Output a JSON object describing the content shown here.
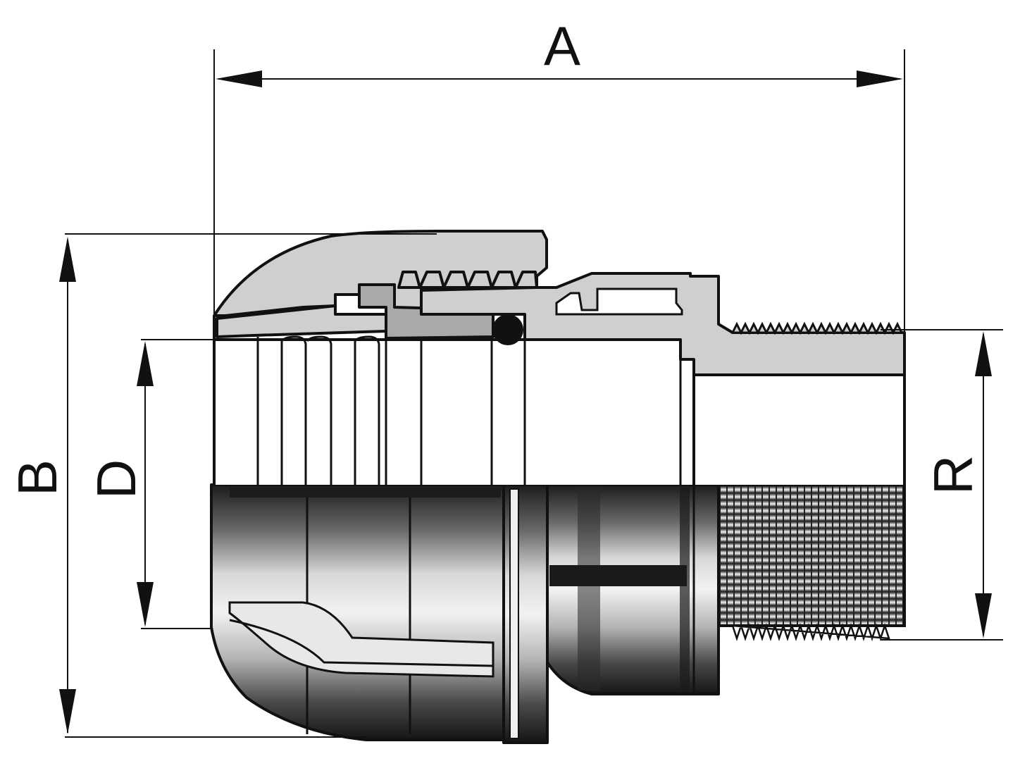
{
  "dimensions": {
    "A": "A",
    "B": "B",
    "D": "D",
    "R": "R"
  },
  "colors": {
    "ink": "#111111",
    "section_fill": "#cfcfcf",
    "section_dark": "#a9a9a9",
    "body_dark": "#2a2a2a",
    "body_light": "#bdbdbd",
    "bore": "#ffffff"
  }
}
